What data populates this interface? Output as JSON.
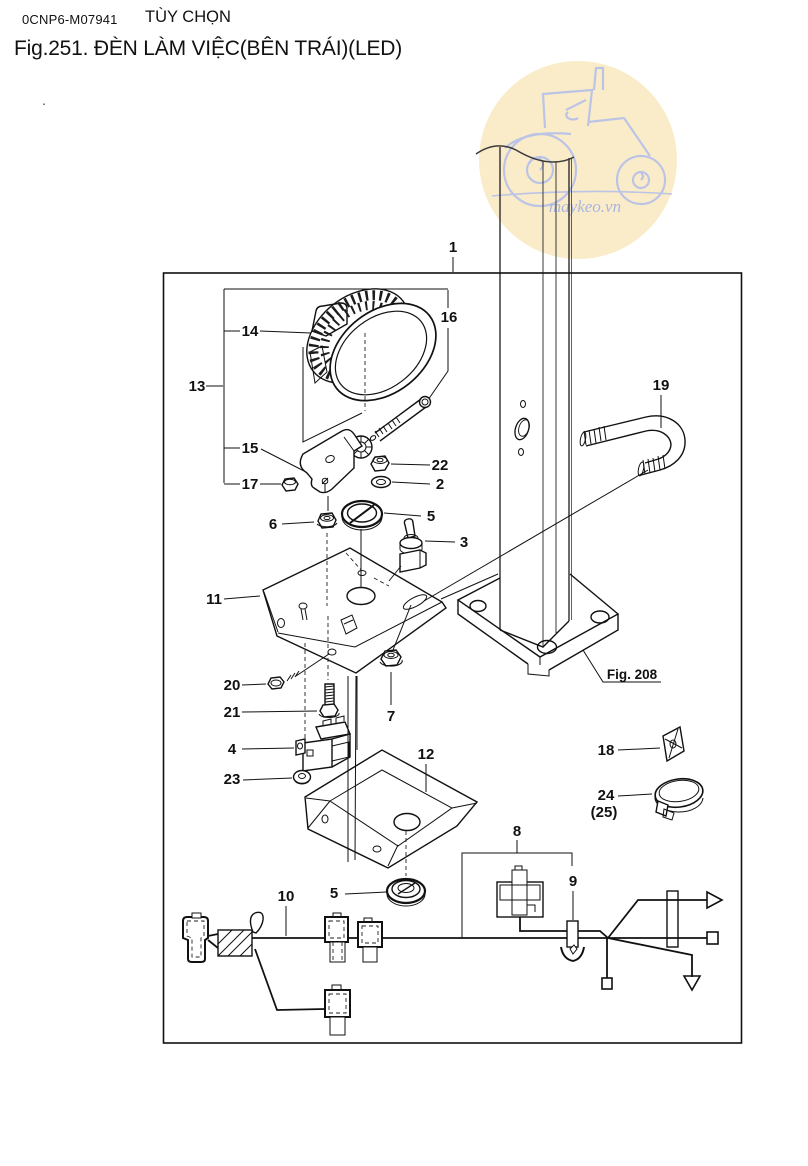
{
  "page": {
    "code": "0CNP6-M07941",
    "option_label": "TÙY CHỌN",
    "figure_title": "Fig.251.  ĐÈN LÀM VIỆC(BÊN TRÁI)(LED)",
    "stray_mark": "."
  },
  "watermark": {
    "site": "maykeo.vn",
    "circle_color": "#FAECC9",
    "art_color": "#B9C2E8"
  },
  "diagram": {
    "fig_ref": "Fig. 208",
    "callouts": [
      {
        "label": "1"
      },
      {
        "label": "13"
      },
      {
        "label": "14"
      },
      {
        "label": "15"
      },
      {
        "label": "17"
      },
      {
        "label": "16"
      },
      {
        "label": "22"
      },
      {
        "label": "2"
      },
      {
        "label": "5"
      },
      {
        "label": "6"
      },
      {
        "label": "3"
      },
      {
        "label": "11"
      },
      {
        "label": "19"
      },
      {
        "label": "20"
      },
      {
        "label": "21"
      },
      {
        "label": "7"
      },
      {
        "label": "4"
      },
      {
        "label": "23"
      },
      {
        "label": "12"
      },
      {
        "label": "18"
      },
      {
        "label": "24"
      },
      {
        "label": "(25)"
      },
      {
        "label": "8"
      },
      {
        "label": "9"
      },
      {
        "label": "10"
      },
      {
        "label": "5"
      }
    ]
  }
}
